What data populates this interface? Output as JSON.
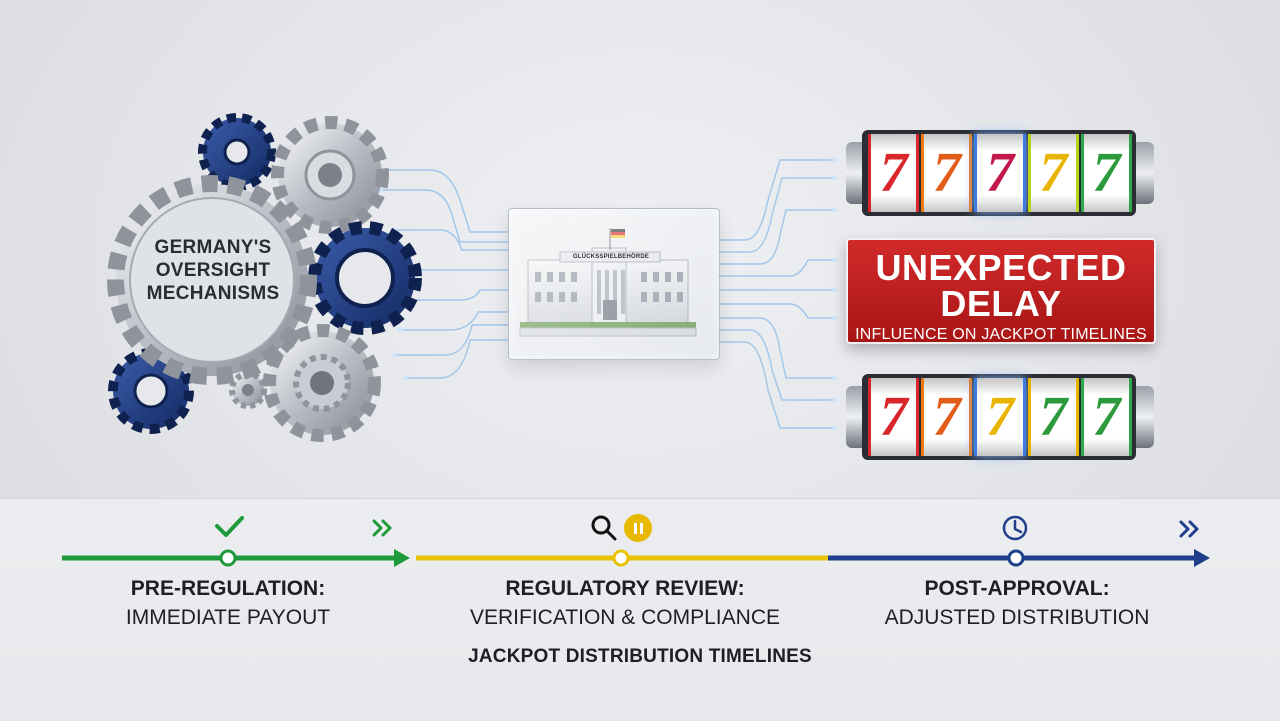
{
  "gears": {
    "label": "GERMANY'S OVERSIGHT MECHANISMS"
  },
  "authority": {
    "building_sign": "GLÜCKSSPIELBEHÖRDE",
    "flag": "Germany flag"
  },
  "delay": {
    "title_line1": "UNEXPECTED",
    "title_line2": "DELAY",
    "subtitle": "INFLUENCE ON JACKPOT TIMELINES"
  },
  "slots": {
    "top_reels": [
      "7",
      "7",
      "7",
      "7",
      "7"
    ],
    "bottom_reels": [
      "7",
      "7",
      "7",
      "7",
      "7"
    ]
  },
  "timeline": {
    "stages": [
      {
        "title": "PRE-REGULATION:",
        "subtitle": "IMMEDIATE PAYOUT",
        "icon": "check-icon",
        "end_icon": "double-chevron-icon",
        "color": "#1f9a3a"
      },
      {
        "title": "REGULATORY REVIEW:",
        "subtitle": "VERIFICATION & COMPLIANCE",
        "icon": "magnifier-icon",
        "second_icon": "pause-icon",
        "color": "#e9c200"
      },
      {
        "title": "POST-APPROVAL:",
        "subtitle": "ADJUSTED DISTRIBUTION",
        "icon": "clock-icon",
        "end_icon": "double-chevron-icon",
        "color": "#1f3f8a"
      }
    ],
    "caption": "JACKPOT DISTRIBUTION TIMELINES"
  },
  "colors": {
    "green": "#1f9a3a",
    "yellow": "#e9c200",
    "navy": "#1f3f8a",
    "red": "#c41e1e"
  }
}
